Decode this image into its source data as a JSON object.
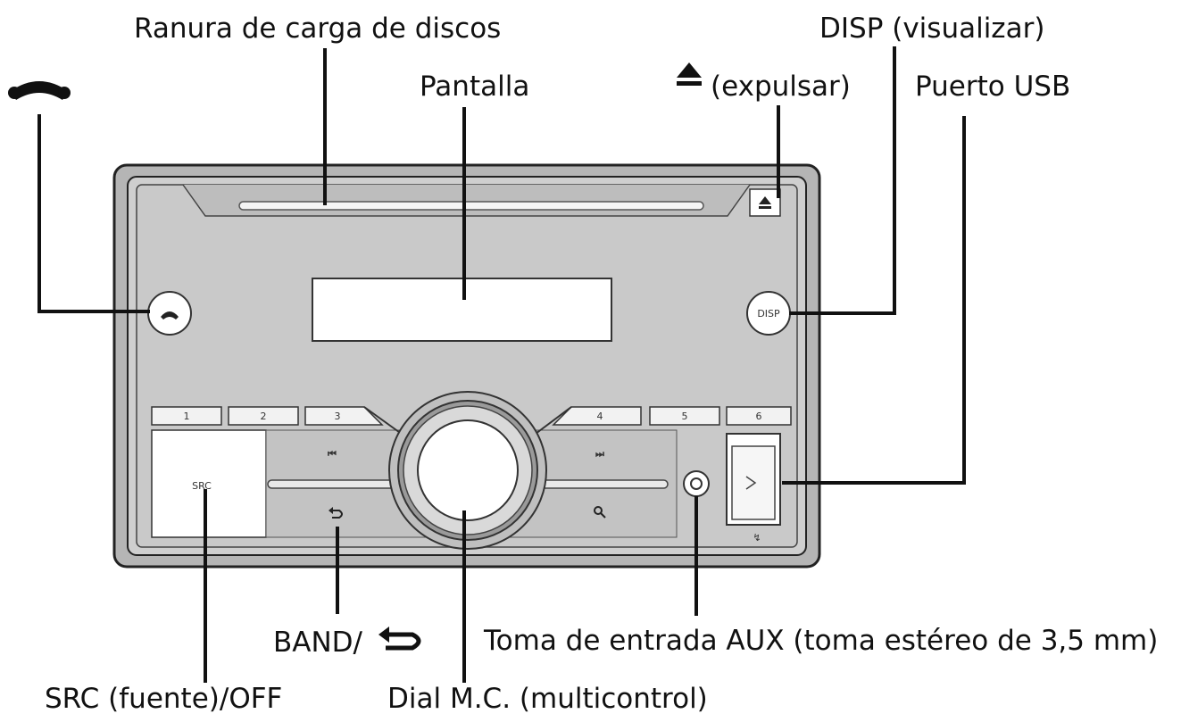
{
  "labels": {
    "disc_slot": "Ranura de carga de discos",
    "display": "Pantalla",
    "eject": "(expulsar)",
    "disp": "DISP (visualizar)",
    "usb": "Puerto USB",
    "band": "BAND/",
    "aux": "Toma de entrada AUX (toma estéreo de 3,5 mm)",
    "src": "SRC (fuente)/OFF",
    "dial": "Dial M.C. (multicontrol)"
  },
  "unit": {
    "presets": [
      "1",
      "2",
      "3",
      "4",
      "5",
      "6"
    ],
    "src_text": "SRC",
    "disp_text": "DISP"
  },
  "icons": {
    "phone": "phone-handset-icon",
    "eject": "eject-icon",
    "back": "back-arrow-icon",
    "prev": "previous-track-icon",
    "next": "next-track-icon",
    "search": "search-icon",
    "usb": "usb-icon"
  },
  "colors": {
    "panel": "#c9c9c9",
    "line": "#111111",
    "button": "#ffffff"
  }
}
